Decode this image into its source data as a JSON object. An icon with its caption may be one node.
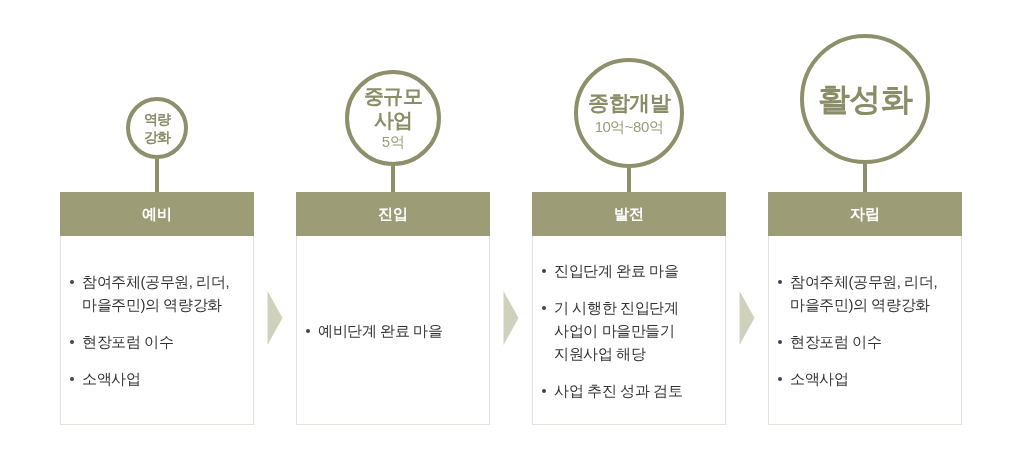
{
  "diagram": {
    "nodes": [
      {
        "text": [
          "역량 강화"
        ]
      },
      {
        "text": [
          "예비",
          "참여주체(공무원, 리더, 마을주민)의 역량강화",
          "현장포럼 이수",
          "소액사업"
        ]
      },
      {
        "text": [
          "중규모 사업",
          "5억"
        ]
      },
      {
        "text": [
          "진입",
          "예비단계 완료 마을"
        ]
      },
      {
        "text": [
          "종합개발",
          "10억~80억"
        ]
      },
      {
        "text": [
          "발전",
          "진입단계 완료 마을",
          "기 시행한 진입단계 사업이 마을만들기 지원사업 해당",
          "사업 추진 성과 검토"
        ]
      },
      {
        "text": [
          "활성화"
        ]
      },
      {
        "text": [
          "자립",
          "참여주체(공무원, 리더, 마을주민)의 역량강화",
          "현장포럼 이수",
          "소액사업"
        ]
      }
    ],
    "edges": [
      {
        "from": 0,
        "to": 1,
        "arrow": "none"
      },
      {
        "from": 2,
        "to": 3,
        "arrow": "none"
      },
      {
        "from": 4,
        "to": 5,
        "arrow": "none"
      },
      {
        "from": 6,
        "to": 7,
        "arrow": "none"
      },
      {
        "from": 1,
        "to": 3,
        "arrow": "to",
        "color": "#d0d1bd"
      },
      {
        "from": 3,
        "to": 5,
        "arrow": "to",
        "color": "#d0d1bd"
      },
      {
        "from": 5,
        "to": 7,
        "arrow": "to",
        "color": "#d0d1bd"
      }
    ]
  }
}
